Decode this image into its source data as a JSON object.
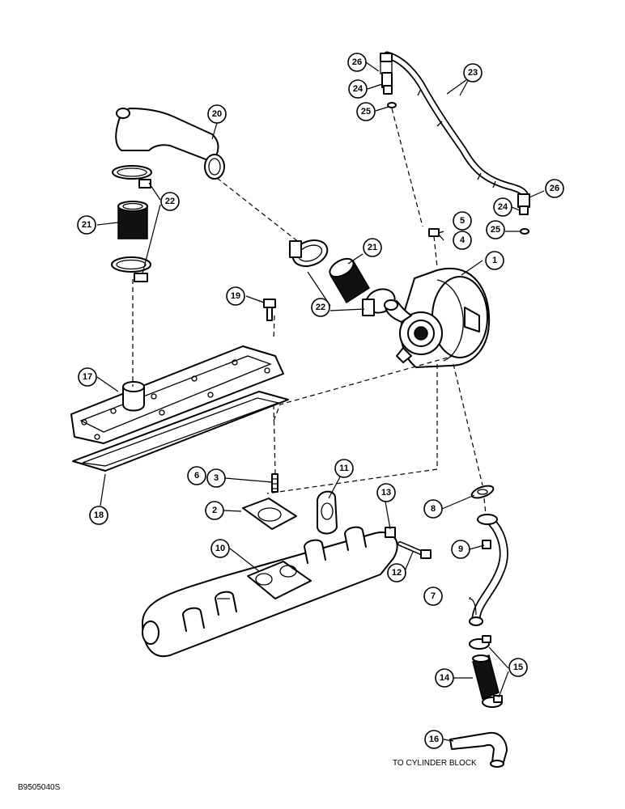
{
  "callouts": [
    {
      "id": "c1",
      "label": "1"
    },
    {
      "id": "c2",
      "label": "2"
    },
    {
      "id": "c3",
      "label": "3"
    },
    {
      "id": "c4",
      "label": "4"
    },
    {
      "id": "c5",
      "label": "5"
    },
    {
      "id": "c6",
      "label": "6"
    },
    {
      "id": "c7",
      "label": "7"
    },
    {
      "id": "c8",
      "label": "8"
    },
    {
      "id": "c9",
      "label": "9"
    },
    {
      "id": "c10",
      "label": "10"
    },
    {
      "id": "c11",
      "label": "11"
    },
    {
      "id": "c12",
      "label": "12"
    },
    {
      "id": "c13",
      "label": "13"
    },
    {
      "id": "c14",
      "label": "14"
    },
    {
      "id": "c15",
      "label": "15"
    },
    {
      "id": "c16",
      "label": "16"
    },
    {
      "id": "c17",
      "label": "17"
    },
    {
      "id": "c18",
      "label": "18"
    },
    {
      "id": "c19",
      "label": "19"
    },
    {
      "id": "c20",
      "label": "20"
    },
    {
      "id": "c21a",
      "label": "21"
    },
    {
      "id": "c21b",
      "label": "21"
    },
    {
      "id": "c22a",
      "label": "22"
    },
    {
      "id": "c22b",
      "label": "22"
    },
    {
      "id": "c23",
      "label": "23"
    },
    {
      "id": "c24a",
      "label": "24"
    },
    {
      "id": "c24b",
      "label": "24"
    },
    {
      "id": "c25a",
      "label": "25"
    },
    {
      "id": "c25b",
      "label": "25"
    },
    {
      "id": "c26a",
      "label": "26"
    },
    {
      "id": "c26b",
      "label": "26"
    }
  ],
  "captions": {
    "to_cylinder_block": "TO CYLINDER BLOCK",
    "drawing_number": "B9505040S"
  }
}
